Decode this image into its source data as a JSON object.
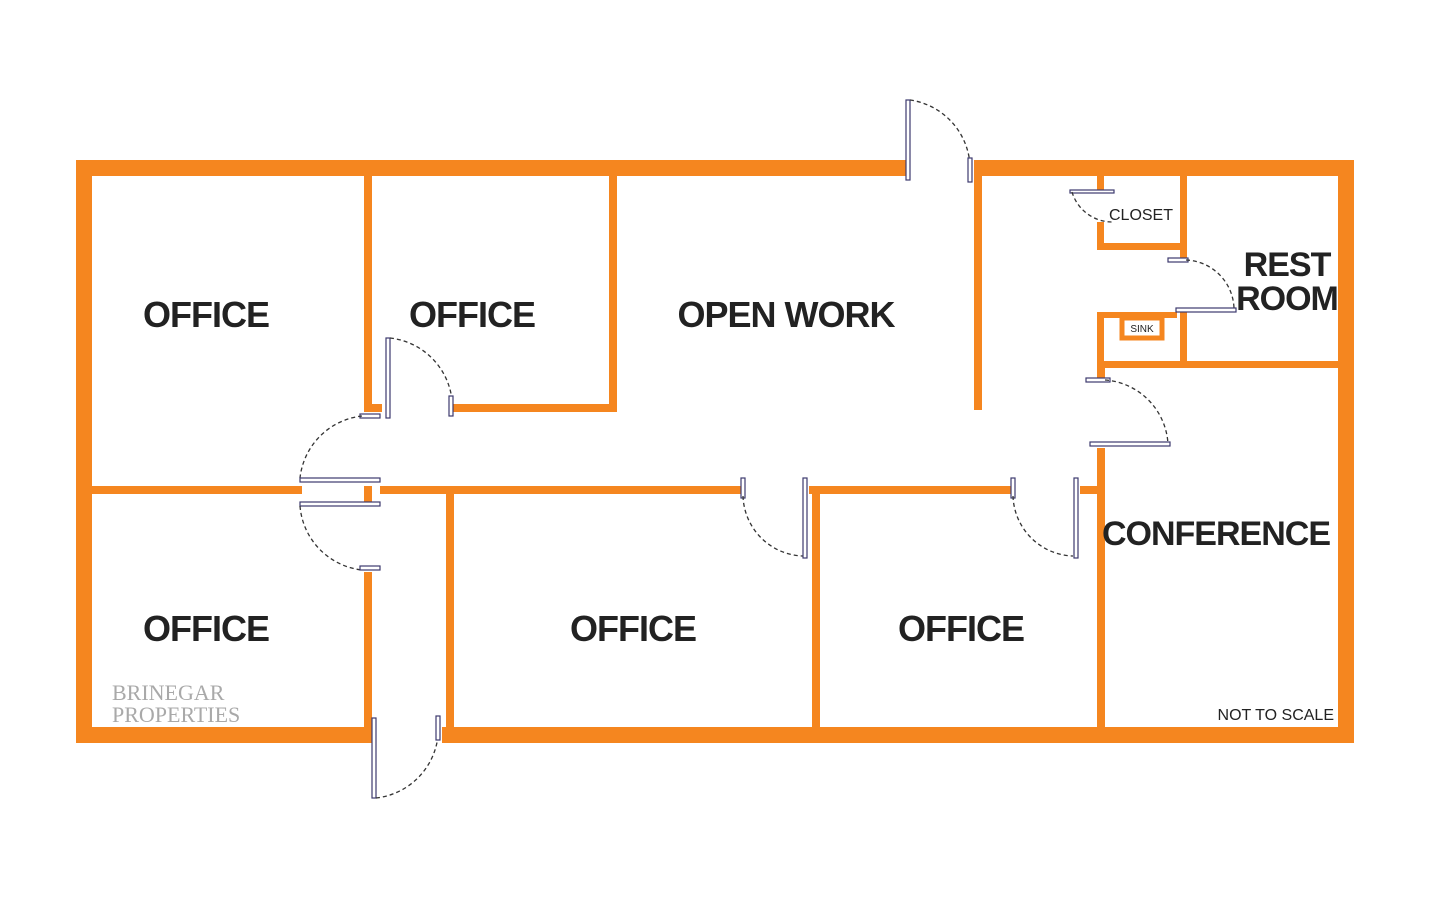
{
  "colors": {
    "wall": "#f5861f",
    "text": "#222222",
    "brand": "#a9a9a9",
    "door": "#3d3a6e"
  },
  "rooms": {
    "office_top_left": "OFFICE",
    "office_top_middle": "OFFICE",
    "open_work": "OPEN WORK",
    "closet": "CLOSET",
    "rest_room_line1": "REST",
    "rest_room_line2": "ROOM",
    "sink": "SINK",
    "conference": "CONFERENCE",
    "office_bottom_left": "OFFICE",
    "office_bottom_middle": "OFFICE",
    "office_bottom_right": "OFFICE"
  },
  "brand": {
    "line1": "BRINEGAR",
    "line2": "PROPERTIES"
  },
  "note": "NOT TO SCALE"
}
